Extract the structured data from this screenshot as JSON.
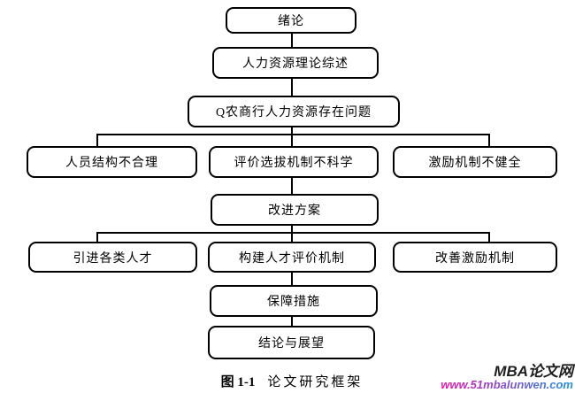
{
  "figure": {
    "caption_prefix": "图 1-1",
    "caption_title": "论文研究框架"
  },
  "watermark": {
    "site_name": "MBA论文网",
    "site_url": "www.51mbalunwen.com"
  },
  "colors": {
    "box_border": "#000000",
    "connector": "#000000",
    "watermark_text": "#1f1f1f",
    "url_gradient_start": "#e516ae",
    "url_gradient_end": "#2293dc"
  },
  "nodes": {
    "introduction": {
      "label": "绪论"
    },
    "theory_review": {
      "label": "人力资源理论综述"
    },
    "problems": {
      "label": "Q农商行人力资源存在问题"
    },
    "problem_structure": {
      "label": "人员结构不合理"
    },
    "problem_evaluation": {
      "label": "评价选拔机制不科学"
    },
    "problem_incentive": {
      "label": "激励机制不健全"
    },
    "improvement_plan": {
      "label": "改进方案"
    },
    "solution_talent": {
      "label": "引进各类人才"
    },
    "solution_evaluation": {
      "label": "构建人才评价机制"
    },
    "solution_incentive": {
      "label": "改善激励机制"
    },
    "safeguard": {
      "label": "保障措施"
    },
    "conclusion": {
      "label": "结论与展望"
    }
  }
}
